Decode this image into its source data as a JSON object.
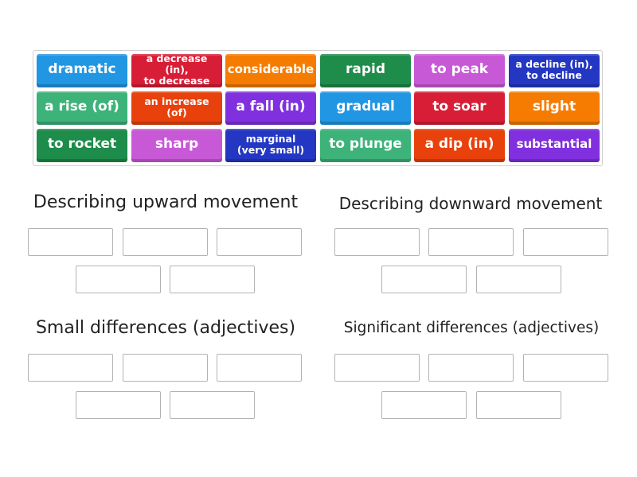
{
  "tiles": [
    {
      "label": "dramatic",
      "color": "#2196e3"
    },
    {
      "label": "a decrease (in), to decrease",
      "color": "#d81e36"
    },
    {
      "label": "considerable",
      "color": "#f57c00"
    },
    {
      "label": "rapid",
      "color": "#1e8c4a"
    },
    {
      "label": "to peak",
      "color": "#c859d6"
    },
    {
      "label": "a decline (in), to decline",
      "color": "#2437c2"
    },
    {
      "label": "a rise (of)",
      "color": "#3db37a"
    },
    {
      "label": "an increase (of)",
      "color": "#e8410c"
    },
    {
      "label": "a fall (in)",
      "color": "#8130df"
    },
    {
      "label": "gradual",
      "color": "#2196e3"
    },
    {
      "label": "to soar",
      "color": "#d81e36"
    },
    {
      "label": "slight",
      "color": "#f57c00"
    },
    {
      "label": "to rocket",
      "color": "#1e8c4a"
    },
    {
      "label": "sharp",
      "color": "#c859d6"
    },
    {
      "label": "marginal (very small)",
      "color": "#2437c2"
    },
    {
      "label": "to plunge",
      "color": "#3db37a"
    },
    {
      "label": "a dip (in)",
      "color": "#e8410c"
    },
    {
      "label": "substantial",
      "color": "#8130df"
    }
  ],
  "groups": [
    {
      "title": "Describing upward movement",
      "slot_count": 5
    },
    {
      "title": "Describing downward movement",
      "slot_count": 5
    },
    {
      "title": "Small differences (adjectives)",
      "slot_count": 5
    },
    {
      "title": "Significant differences (adjectives)",
      "slot_count": 5
    }
  ]
}
